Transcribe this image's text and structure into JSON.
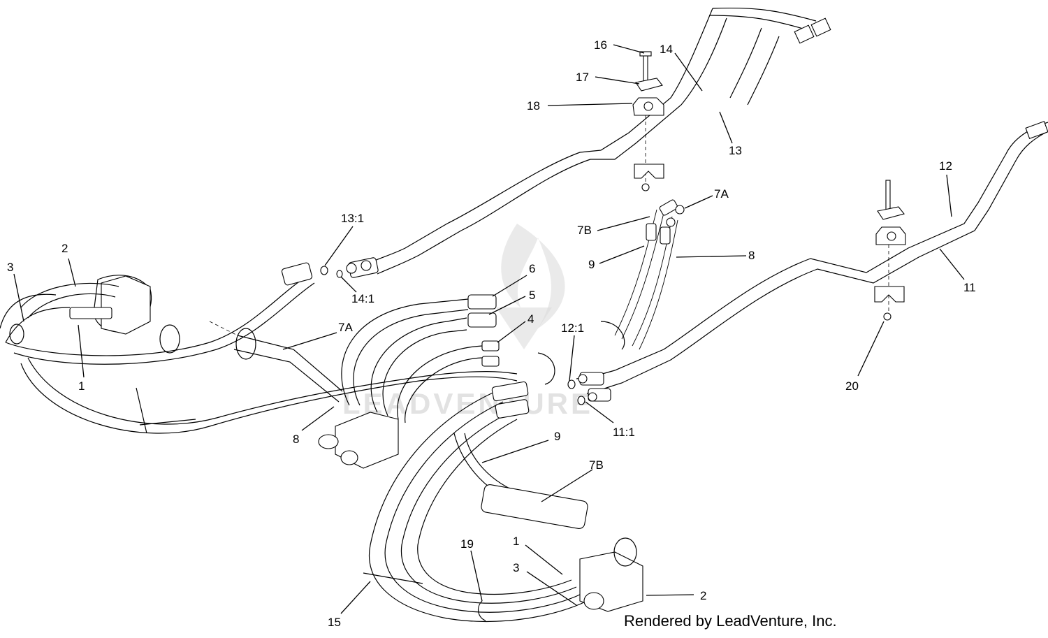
{
  "footer": "Rendered by LeadVenture, Inc.",
  "watermark": "LEADVENTURE",
  "callouts": {
    "c16": "16",
    "c14": "14",
    "c17": "17",
    "c18": "18",
    "c13": "13",
    "c12": "12",
    "c7a_top": "7A",
    "c7b_top": "7B",
    "c9_top": "9",
    "c8_right": "8",
    "c11": "11",
    "c20": "20",
    "c13_1": "13:1",
    "c14_1": "14:1",
    "c2_left": "2",
    "c3_left": "3",
    "c1_left": "1",
    "c6": "6",
    "c5": "5",
    "c4": "4",
    "c7a_mid": "7A",
    "c12_1": "12:1",
    "c11_1": "11:1",
    "c8_mid": "8",
    "c9_bottom": "9",
    "c7b_bottom": "7B",
    "c1_bottom": "1",
    "c3_bottom": "3",
    "c19": "19",
    "c2_bottom": "2",
    "c15": "15"
  }
}
